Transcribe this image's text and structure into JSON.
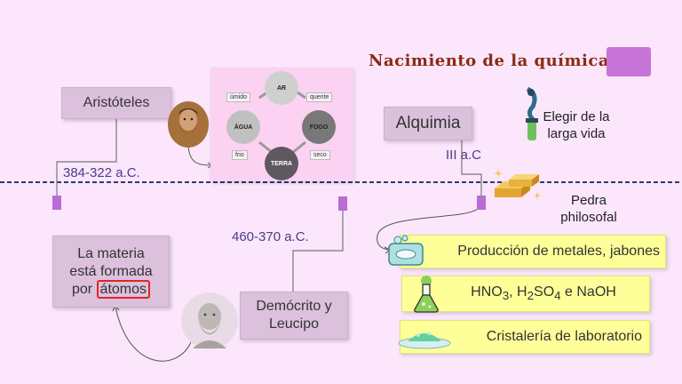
{
  "title": "Nacimiento de la química",
  "timeline": {
    "aristoteles": {
      "name": "Aristóteles",
      "dates": "384-322 a.C."
    },
    "democrito": {
      "name_line1": "Demócrito y",
      "name_line2": "Leucipo",
      "dates": "460-370 a.C."
    },
    "alquimia": {
      "name": "Alquimia",
      "dates": "III a.C"
    }
  },
  "elements": {
    "ar": "AR",
    "agua": "ÁGUA",
    "fogo": "FOGO",
    "terra": "TERRA",
    "umido": "úmido",
    "quente": "quente",
    "frio": "frio",
    "seco": "seco"
  },
  "materia": {
    "line1": "La materia",
    "line2": "está formada",
    "line3_prefix": "por",
    "highlight": "átomos"
  },
  "alquimia_goals": {
    "elixir_line1": "Elegir de la",
    "elixir_line2": "larga vida",
    "stone_line1": "Pedra",
    "stone_line2": "philosofal"
  },
  "products": {
    "metales": "Producción de metales, jabones",
    "cristaleria": "Cristalería de laboratorio",
    "acids": {
      "hno3_a": "HNO",
      "hno3_sub": "3",
      "sep1": ", H",
      "h2_sub": "2",
      "so": "SO",
      "so4_sub": "4",
      "tail": " e NaOH"
    }
  },
  "colors": {
    "background": "#fbe6fb",
    "box": "#dcc1dc",
    "marker": "#b96bd6",
    "title": "#8b2a14",
    "timeline": "#2b3a70",
    "product_box": "#ffff99",
    "highlight_border": "#e02525"
  },
  "icons": [
    "philosopher-portrait-icon",
    "socrates-bust-icon",
    "elixir-flask-icon",
    "gold-bars-icon",
    "soap-icon",
    "potion-flask-icon",
    "crystal-dish-icon"
  ]
}
